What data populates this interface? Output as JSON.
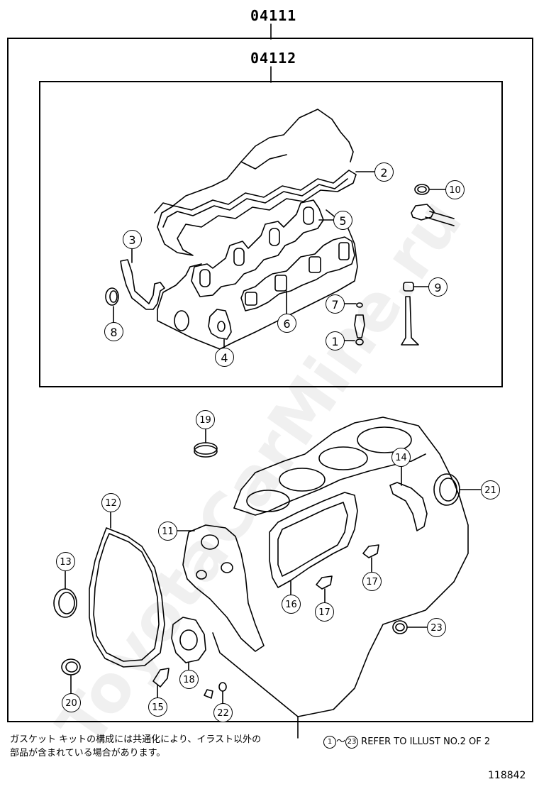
{
  "header": {
    "kit_number": "04111",
    "subkit_number": "04112"
  },
  "callouts": {
    "c1": "1",
    "c2": "2",
    "c3": "3",
    "c4": "4",
    "c5": "5",
    "c6": "6",
    "c7": "7",
    "c8": "8",
    "c9": "9",
    "c10": "10",
    "c11": "11",
    "c12": "12",
    "c13": "13",
    "c14": "14",
    "c15": "15",
    "c16": "16",
    "c17a": "17",
    "c17b": "17",
    "c18": "18",
    "c19": "19",
    "c20": "20",
    "c21": "21",
    "c22": "22",
    "c23": "23"
  },
  "footer": {
    "note_line1": "ガスケット キットの構成には共通化により、イラスト以外の",
    "note_line2": "部品が含まれている場合があります。",
    "ref_from": "1",
    "ref_tilde": "～",
    "ref_to": "23",
    "ref_text": "REFER TO ILLUST NO.2 OF 2",
    "illustration_id": "118842"
  },
  "watermark": "ToyotaCarMine.ru"
}
